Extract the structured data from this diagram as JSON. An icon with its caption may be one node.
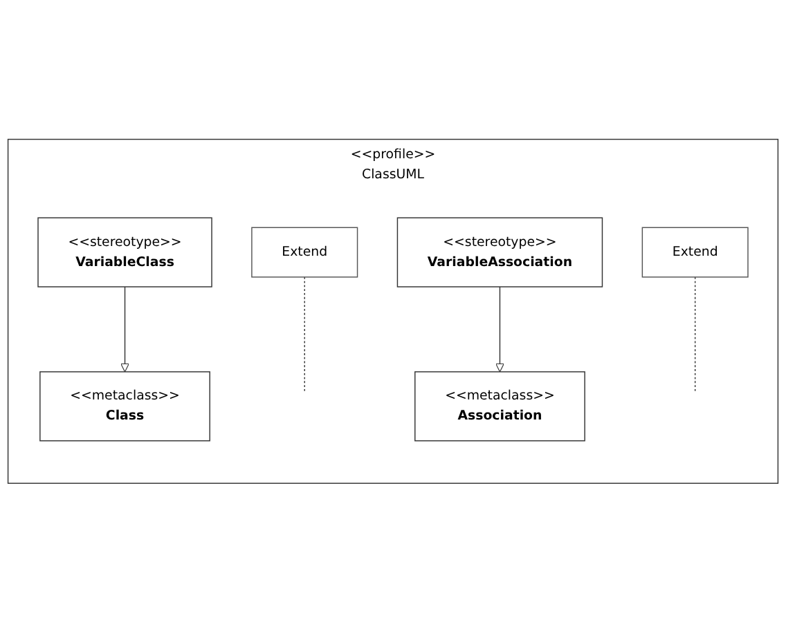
{
  "diagram": {
    "nodes": [
      {
        "text": [
          "<<profile>>",
          "ClassUML"
        ]
      },
      {
        "text": [
          "<<metaclass>>",
          "Class"
        ],
        "in": 0
      },
      {
        "text": [
          "<<metaclass>>",
          "Association"
        ],
        "in": 0
      },
      {
        "text": [
          "Extend"
        ],
        "in": 0
      },
      {
        "text": [
          "<<stereotype>>",
          "VariableClass"
        ],
        "in": 0
      },
      {
        "text": [
          "Extend"
        ],
        "in": 0
      },
      {
        "text": [
          "<<stereotype>>",
          "VariableAssociation"
        ],
        "in": 0
      }
    ],
    "edges": [
      {
        "from": 4,
        "to": 1,
        "arrow": "to"
      },
      {
        "from": 3,
        "to": null,
        "arrow": "none",
        "style": "dashed"
      },
      {
        "from": 6,
        "to": 2,
        "arrow": "to"
      },
      {
        "from": 5,
        "to": null,
        "arrow": "none",
        "style": "dashed"
      }
    ]
  }
}
